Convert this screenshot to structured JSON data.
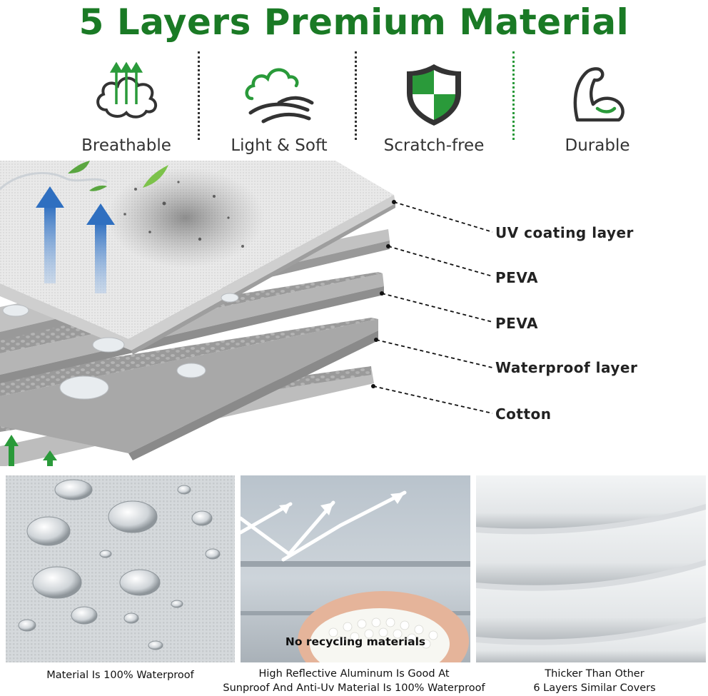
{
  "title": "5 Layers Premium Material",
  "features": [
    {
      "label": "Breathable",
      "icon": "cloud-arrows-icon"
    },
    {
      "label": "Light & Soft",
      "icon": "cloud-wind-icon"
    },
    {
      "label": "Scratch-free",
      "icon": "shield-icon"
    },
    {
      "label": "Durable",
      "icon": "flexed-arm-icon"
    }
  ],
  "layers": [
    {
      "label": "UV coating layer"
    },
    {
      "label": "PEVA"
    },
    {
      "label": "PEVA"
    },
    {
      "label": "Waterproof layer"
    },
    {
      "label": "Cotton"
    }
  ],
  "photos": {
    "recycling_badge": "No recycling materials"
  },
  "captions": {
    "waterproof": "Material Is 100% Waterproof",
    "reflective_line1": "High Reflective Aluminum Is Good At",
    "reflective_line2": "Sunproof And Anti-Uv Material Is 100% Waterproof",
    "thicker_line1": "Thicker Than Other",
    "thicker_line2": "6 Layers Similar Covers"
  },
  "colors": {
    "brand_green": "#1a7a25",
    "icon_green": "#2a9a3a",
    "arrow_blue": "#3a78c8"
  }
}
